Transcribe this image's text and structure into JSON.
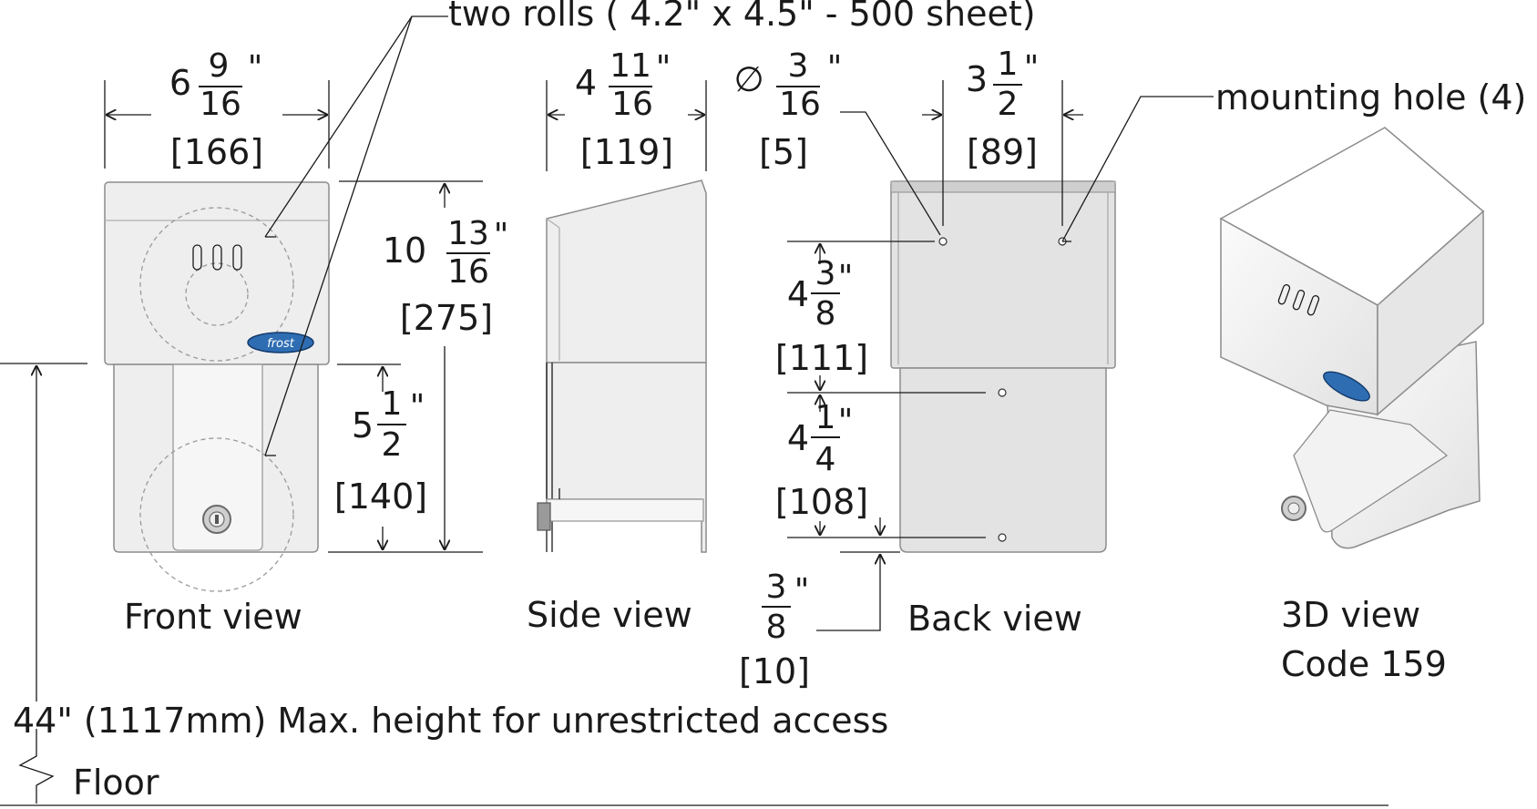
{
  "callouts": {
    "two_rolls": "two rolls ( 4.2\" x 4.5\" - 500 sheet)",
    "mounting_hole": "mounting hole (4)"
  },
  "views": {
    "front": "Front view",
    "side": "Side view",
    "back": "Back view",
    "three_d": "3D view",
    "code": "Code 159"
  },
  "dims": {
    "front_width": {
      "whole": "6",
      "num": "9",
      "den": "16",
      "unit": "\"",
      "mm": "[166]"
    },
    "height": {
      "whole": "10",
      "num": "13",
      "den": "16",
      "unit": "\"",
      "mm": "[275]"
    },
    "lower": {
      "whole": "5",
      "num": "1",
      "den": "2",
      "unit": "\"",
      "mm": "[140]"
    },
    "depth": {
      "whole": "4",
      "num": "11",
      "den": "16",
      "unit": "\"",
      "mm": "[119]"
    },
    "hole_dia": {
      "symbol": "∅",
      "num": "3",
      "den": "16",
      "unit": "\"",
      "mm": "[5]"
    },
    "hole_spacing": {
      "whole": "3",
      "num": "1",
      "den": "2",
      "unit": "\"",
      "mm": "[89]"
    },
    "back_upper": {
      "whole": "4",
      "num": "3",
      "den": "8",
      "unit": "\"",
      "mm": "[111]"
    },
    "back_lower": {
      "whole": "4",
      "num": "1",
      "den": "4",
      "unit": "\"",
      "mm": "[108]"
    },
    "bottom_offset": {
      "num": "3",
      "den": "8",
      "unit": "\"",
      "mm": "[10]"
    }
  },
  "logo_text": "frost",
  "max_height_note": "44\" (1117mm) Max. height for unrestricted access",
  "floor_label": "Floor"
}
